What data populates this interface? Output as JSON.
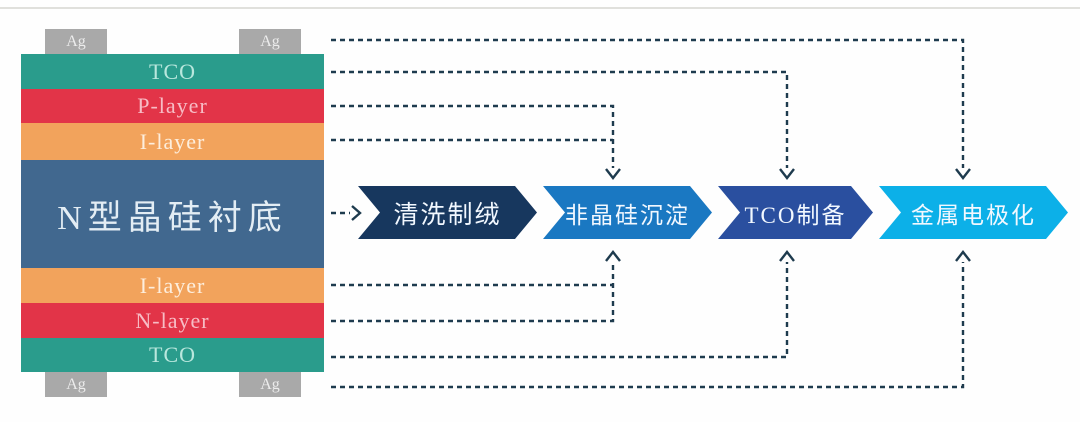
{
  "cell_stack": {
    "top_contacts": [
      {
        "label": "Ag"
      },
      {
        "label": "Ag"
      }
    ],
    "layers": [
      {
        "id": "tco-top",
        "label": "TCO",
        "color": "#2a9c8c"
      },
      {
        "id": "p-layer",
        "label": "P-layer",
        "color": "#e23448"
      },
      {
        "id": "i-layer-top",
        "label": "I-layer",
        "color": "#f2a35c"
      },
      {
        "id": "substrate",
        "label": "N型晶硅衬底",
        "color": "#41688f"
      },
      {
        "id": "i-layer-bottom",
        "label": "I-layer",
        "color": "#f2a35c"
      },
      {
        "id": "n-layer",
        "label": "N-layer",
        "color": "#e23448"
      },
      {
        "id": "tco-bottom",
        "label": "TCO",
        "color": "#2a9c8c"
      }
    ],
    "bottom_contacts": [
      {
        "label": "Ag"
      },
      {
        "label": "Ag"
      }
    ],
    "contact_color": "#a9a9a9"
  },
  "process_flow": {
    "steps": [
      {
        "label": "清洗制绒",
        "color": "#17375e"
      },
      {
        "label": "非晶硅沉淀",
        "color": "#1a78c2"
      },
      {
        "label": "TCO制备",
        "color": "#2a4f9f"
      },
      {
        "label": "金属电极化",
        "color": "#0cb0e8"
      }
    ]
  },
  "connector_color": "#1e3b4e"
}
